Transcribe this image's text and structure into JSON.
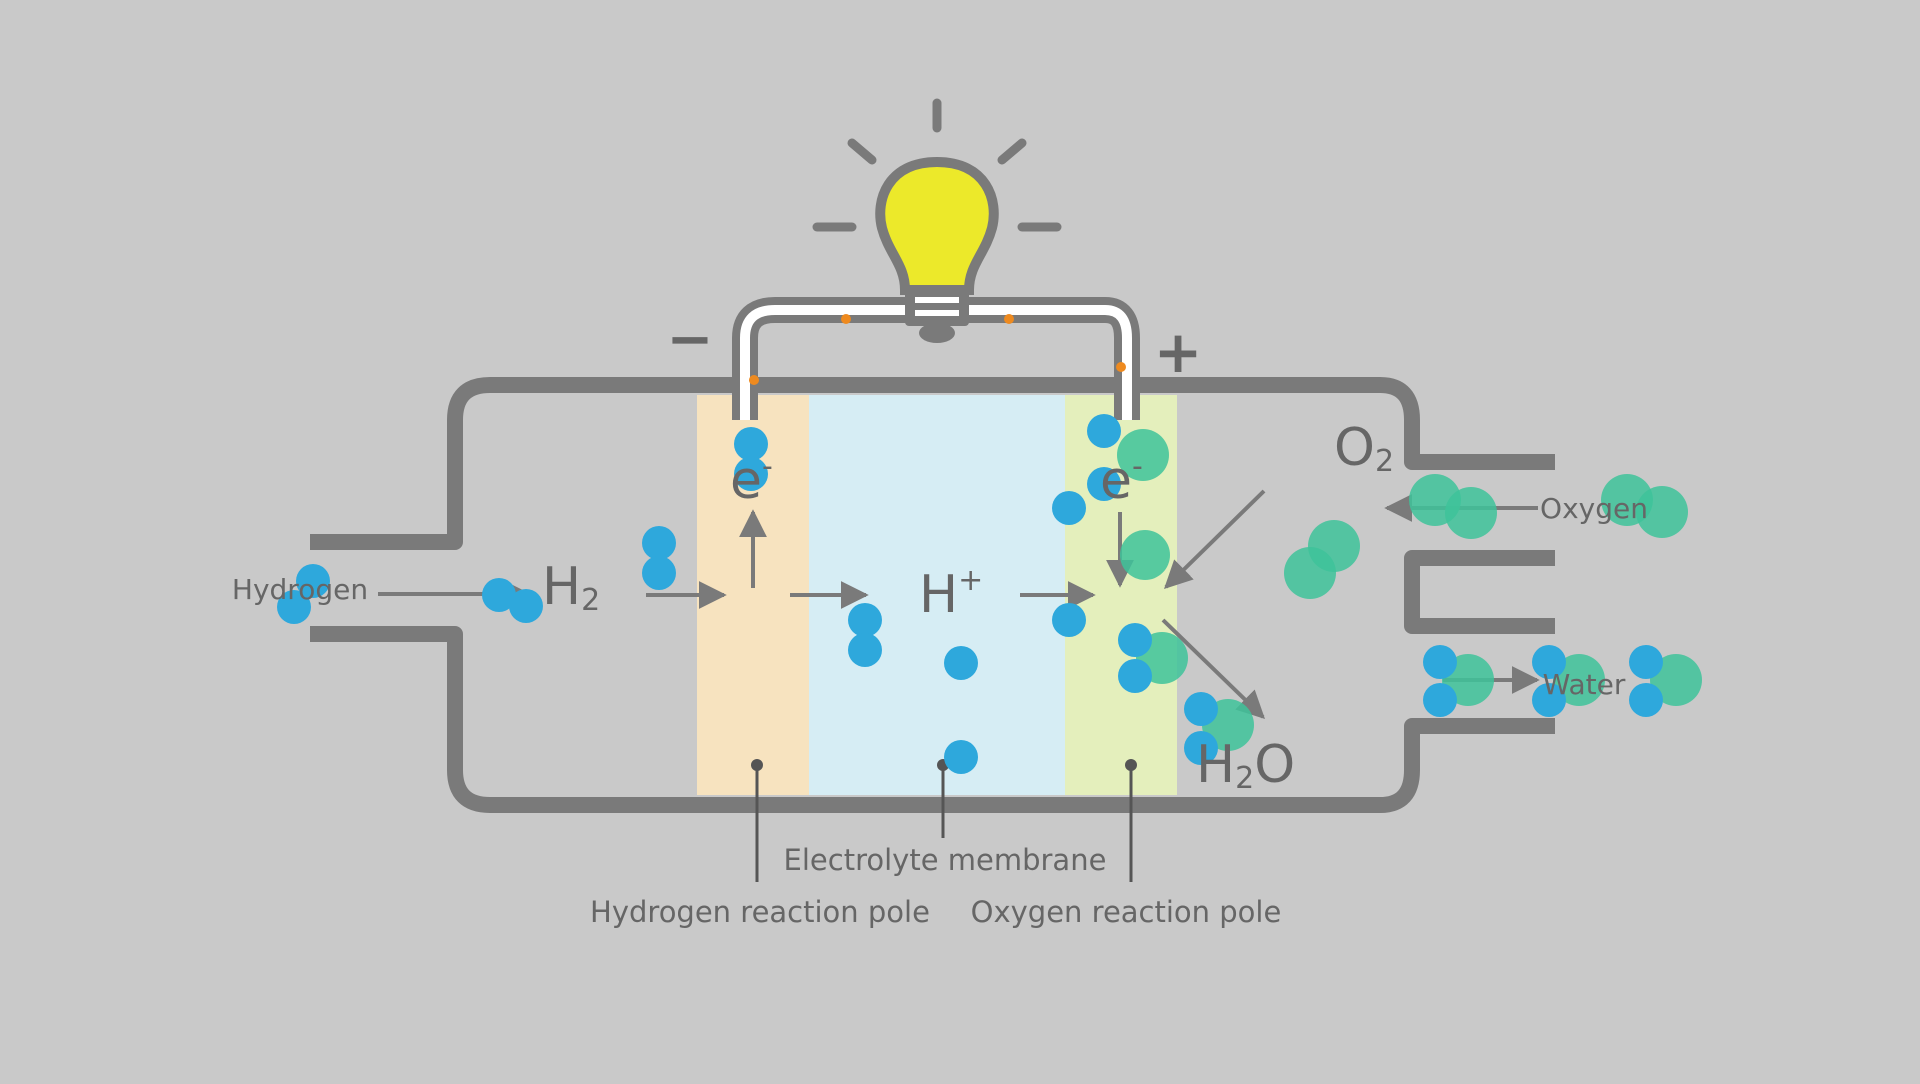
{
  "labels": {
    "hydrogen_inlet": "Hydrogen",
    "oxygen_inlet": "Oxygen",
    "water_outlet": "Water",
    "h2": {
      "base": "H",
      "sub": "2"
    },
    "o2": {
      "base": "O",
      "sub": "2"
    },
    "h2o": {
      "base": "H",
      "sub": "2",
      "tail": "O"
    },
    "proton": {
      "base": "H",
      "sup": "+"
    },
    "electron_left": {
      "base": "e",
      "sup": "-"
    },
    "electron_right": {
      "base": "e",
      "sup": "-"
    },
    "negative_terminal": "−",
    "positive_terminal": "+",
    "electrolyte_membrane": "Electrolyte membrane",
    "hydrogen_reaction_pole": "Hydrogen reaction pole",
    "oxygen_reaction_pole": "Oxygen reaction pole"
  },
  "colors": {
    "background": "#c9c9c9",
    "outline": "#7a7a7a",
    "hydrogen_electrode": "#f7e3bf",
    "membrane": "#d6edf4",
    "oxygen_electrode": "#e4efbc",
    "hydrogen_particle": "#2ea8dc",
    "oxygen_particle": "#3ec39a",
    "bulb": "#ece92a",
    "electron_dot": "#ee8a1f",
    "text": "#666666"
  },
  "icons": [
    "lightbulb-icon",
    "arrow-icon"
  ]
}
